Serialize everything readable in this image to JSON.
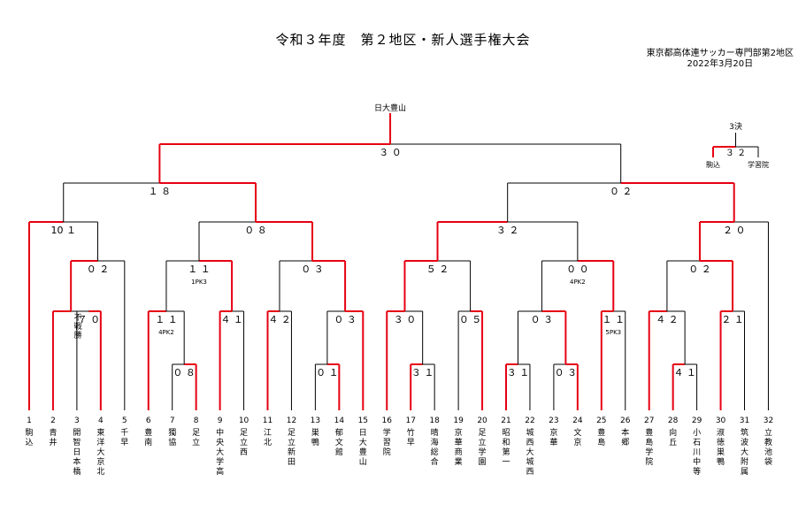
{
  "title": "令和３年度　第２地区・新人選手権大会",
  "organizer": "東京都高体連サッカー専門部第2地区",
  "date": "2022年3月20日",
  "colors": {
    "winner_line": "#e60012",
    "line": "#000000"
  },
  "champion": "日大豊山",
  "third_place": {
    "label": "3決",
    "score": "３ ２",
    "left_team": "駒込",
    "right_team": "学習院"
  },
  "teams": [
    {
      "no": "1",
      "name": "駒込"
    },
    {
      "no": "2",
      "name": "青井"
    },
    {
      "no": "3",
      "name": "開智日本橋"
    },
    {
      "no": "4",
      "name": "東洋大京北"
    },
    {
      "no": "5",
      "name": "千早"
    },
    {
      "no": "6",
      "name": "豊南"
    },
    {
      "no": "7",
      "name": "獨協"
    },
    {
      "no": "8",
      "name": "足立"
    },
    {
      "no": "9",
      "name": "中央大学高"
    },
    {
      "no": "10",
      "name": "足立西"
    },
    {
      "no": "11",
      "name": "江北"
    },
    {
      "no": "12",
      "name": "足立新田"
    },
    {
      "no": "13",
      "name": "巣鴨"
    },
    {
      "no": "14",
      "name": "郁文館"
    },
    {
      "no": "15",
      "name": "日大豊山"
    },
    {
      "no": "16",
      "name": "学習院"
    },
    {
      "no": "17",
      "name": "竹早"
    },
    {
      "no": "18",
      "name": "晴海総合"
    },
    {
      "no": "19",
      "name": "京華商業"
    },
    {
      "no": "20",
      "name": "足立学園"
    },
    {
      "no": "21",
      "name": "昭和第一"
    },
    {
      "no": "22",
      "name": "城西大城西"
    },
    {
      "no": "23",
      "name": "京華"
    },
    {
      "no": "24",
      "name": "文京"
    },
    {
      "no": "25",
      "name": "豊島"
    },
    {
      "no": "26",
      "name": "本郷"
    },
    {
      "no": "27",
      "name": "豊島学院"
    },
    {
      "no": "28",
      "name": "向丘"
    },
    {
      "no": "29",
      "name": "小石川中等"
    },
    {
      "no": "30",
      "name": "淑徳巣鴨"
    },
    {
      "no": "31",
      "name": "筑波大附属"
    },
    {
      "no": "32",
      "name": "立教池袋"
    }
  ],
  "matches": {
    "p1": {
      "score": "７ ０"
    },
    "p2": {
      "score": "０ ８"
    },
    "p3": {
      "score": "０ １"
    },
    "p4": {
      "score": "３ １"
    },
    "p5": {
      "score": "３ １"
    },
    "p6": {
      "score": "０ ３"
    },
    "p7": {
      "score": "４ １"
    },
    "r1a": {
      "score": "不戦勝"
    },
    "r1b": {
      "score": "１ １",
      "note": "4PK2"
    },
    "r1c": {
      "score": "４ １"
    },
    "r1d": {
      "score": "４ ２"
    },
    "r1e": {
      "score": "０ ３"
    },
    "r1f": {
      "score": "３ ０"
    },
    "r1g": {
      "score": "０ ５"
    },
    "r1h": {
      "score": "０ ３"
    },
    "r1i": {
      "score": "１ １",
      "note": "5PK3"
    },
    "r1j": {
      "score": "４ ２"
    },
    "r1k": {
      "score": "２ １"
    },
    "r2a": {
      "score": "０ ２"
    },
    "r2b": {
      "score": "１ １",
      "note": "1PK3"
    },
    "r2c": {
      "score": "０ ３"
    },
    "r2d": {
      "score": "５ ２"
    },
    "r2e": {
      "score": "０ ０",
      "note": "4PK2"
    },
    "r2f": {
      "score": "０ ２"
    },
    "r3a": {
      "score": "10 １"
    },
    "r3b": {
      "score": "０ ８"
    },
    "r3c": {
      "score": "３ ２"
    },
    "r3d": {
      "score": "２ ０"
    },
    "sf1": {
      "score": "１ ８"
    },
    "sf2": {
      "score": "０ ２"
    },
    "final": {
      "score": "３ ０"
    }
  }
}
